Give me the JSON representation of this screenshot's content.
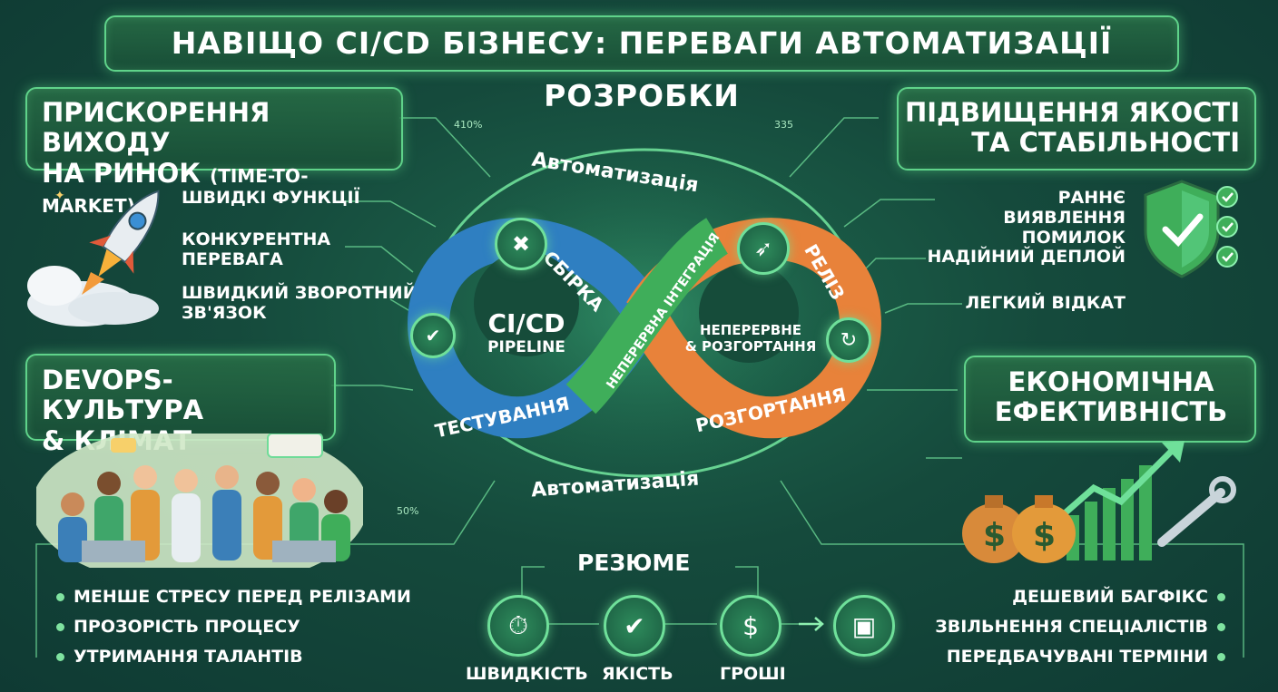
{
  "title": "НАВІЩО CI/CD БІЗНЕСУ: ПЕРЕВАГИ АВТОМАТИЗАЦІЇ РОЗРОБКИ",
  "top_left": {
    "heading_line1": "ПРИСКОРЕННЯ ВИХОДУ",
    "heading_line2": "НА РИНОК",
    "heading_suffix": "(TIME-TO-MARKET)",
    "items": [
      "ШВИДКІ ФУНКЦІЇ",
      "КОНКУРЕНТНА",
      "ПЕРЕВАГА",
      "ШВИДКИЙ ЗВОРОТНИЙ",
      "ЗВ'ЯЗОК"
    ]
  },
  "bottom_left": {
    "heading_line1": "DEVOPS-КУЛЬТУРА",
    "heading_line2": "& КЛІМАТ",
    "items": [
      "МЕНШЕ СТРЕСУ ПЕРЕД РЕЛІЗАМИ",
      "ПРОЗОРІСТЬ ПРОЦЕСУ",
      "УТРИМАННЯ ТАЛАНТІВ"
    ]
  },
  "top_right": {
    "heading_line1": "ПІДВИЩЕННЯ ЯКОСТІ",
    "heading_line2": "ТА СТАБІЛЬНОСТІ",
    "items": [
      "РАННЄ ВИЯВЛЕННЯ",
      "ПОМИЛОК",
      "НАДІЙНИЙ ДЕПЛОЙ",
      "ЛЕГКИЙ ВІДКАТ"
    ]
  },
  "bottom_right": {
    "heading_line1": "ЕКОНОМІЧНА",
    "heading_line2": "ЕФЕКТИВНІСТЬ",
    "items": [
      "ДЕШЕВИЙ БАГФІКС",
      "ЗВІЛЬНЕННЯ СПЕЦІАЛІСТІВ",
      "ПЕРЕДБАЧУВАНІ ТЕРМІНИ"
    ]
  },
  "center": {
    "automation_top": "Автоматизація",
    "automation_bottom": "Автоматизація",
    "pipeline_line1": "CI/CD",
    "pipeline_line2": "PIPELINE",
    "stage_build": "СБІРКА",
    "stage_testing": "ТЕСТУВАННЯ",
    "stage_release": "РЕЛІЗ",
    "stage_deploy": "РОЗГОРТАННЯ",
    "continuous_integration": "НЕПЕРЕРВНА ІНТЕГРАЦІЯ",
    "continuous_deploy_line1": "НЕПЕРЕРВНЕ",
    "continuous_deploy_line2": "& РОЗГОРТАННЯ",
    "stat_left": "410%",
    "stat_right": "335",
    "stat_bottom": "50%"
  },
  "summary": {
    "heading": "РЕЗЮМЕ",
    "items": [
      "ШВИДКІСТЬ",
      "ЯКІСТЬ",
      "ГРОШІ"
    ]
  },
  "colors": {
    "accent_green": "#5fd38a",
    "ring_blue": "#2f7fc1",
    "ring_orange": "#e8823a",
    "ring_green": "#3fae5a"
  }
}
